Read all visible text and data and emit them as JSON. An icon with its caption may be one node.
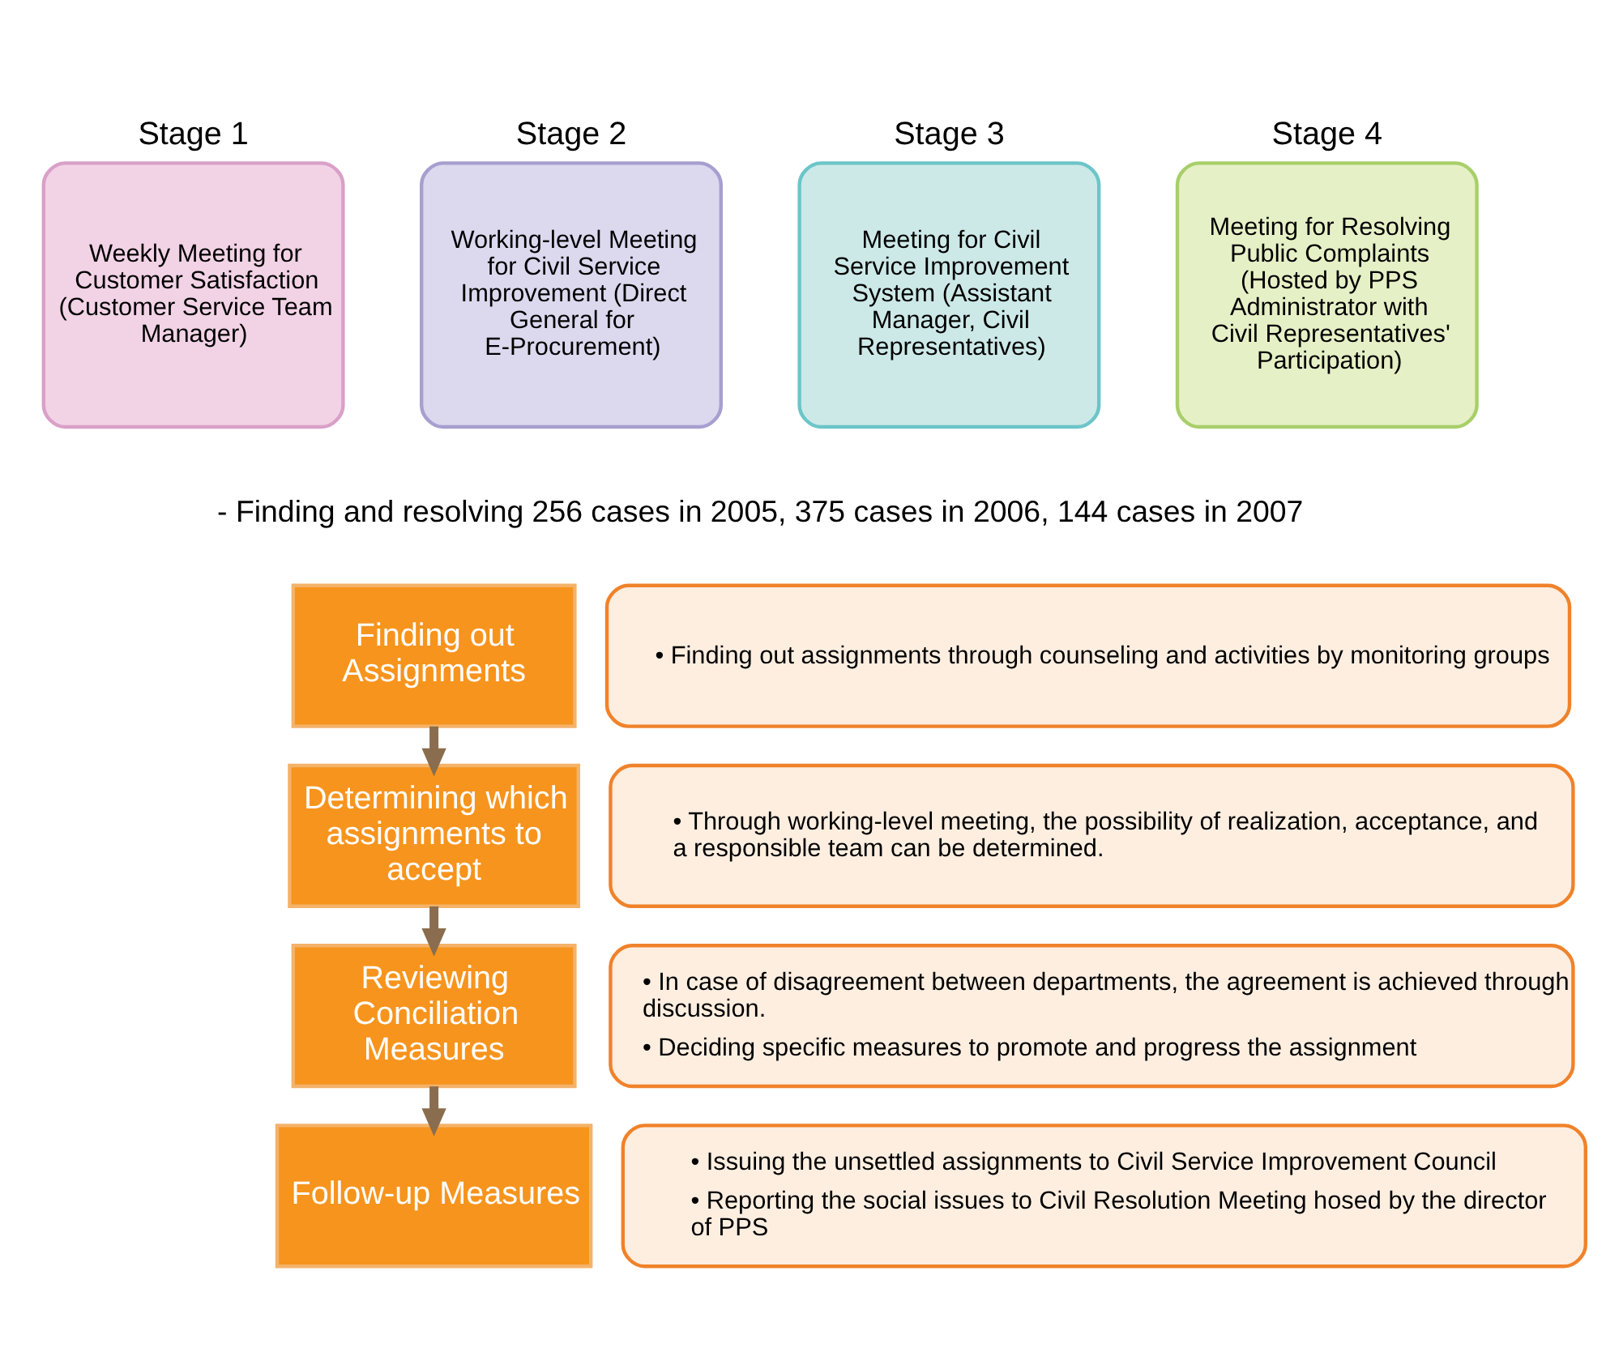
{
  "diagram": {
    "nodes": [
      {
        "text": [
          "Stage 1",
          "Weekly Meeting for Customer Satisfaction (Customer Service Team Manager)"
        ]
      },
      {
        "text": [
          "Stage 2",
          "Working-level Meeting for Civil Service Improvement (Direct General for E-Procurement)"
        ]
      },
      {
        "text": [
          "Stage 3",
          "Meeting for Civil Service Improvement System (Assistant Manager, Civil Representatives)"
        ]
      },
      {
        "text": [
          "Stage 4",
          "Meeting for Resolving Public Complaints (Hosted by PPS Administrator with Civil Representatives' Participation)"
        ]
      },
      {
        "text": [
          "Finding out Assignments"
        ]
      },
      {
        "text": [
          "• Finding out assignments through counseling and activities by monitoring groups"
        ]
      },
      {
        "text": [
          "Determining which assignments to accept"
        ]
      },
      {
        "text": [
          "• Through working-level meeting, the possibility of realization, acceptance, and a responsible team can be determined."
        ]
      },
      {
        "text": [
          "Reviewing Conciliation Measures"
        ]
      },
      {
        "text": [
          "• In case of disagreement between departments, the agreement is achieved through discussion.",
          "• Deciding specific measures to promote and progress the assignment"
        ]
      },
      {
        "text": [
          "Follow-up Measures"
        ]
      },
      {
        "text": [
          "• Issuing the unsettled assignments to Civil Service Improvement Council",
          "• Reporting the social issues to Civil Resolution Meeting hosed by the director of PPS"
        ]
      }
    ],
    "edges": [
      {
        "from": 4,
        "to": 6,
        "arrow": "to"
      },
      {
        "from": 6,
        "to": 8,
        "arrow": "to"
      },
      {
        "from": 8,
        "to": 10,
        "arrow": "to"
      }
    ],
    "labels": [
      "- Finding and resolving 256 cases in 2005, 375 cases in 2006, 144 cases in 2007"
    ]
  }
}
